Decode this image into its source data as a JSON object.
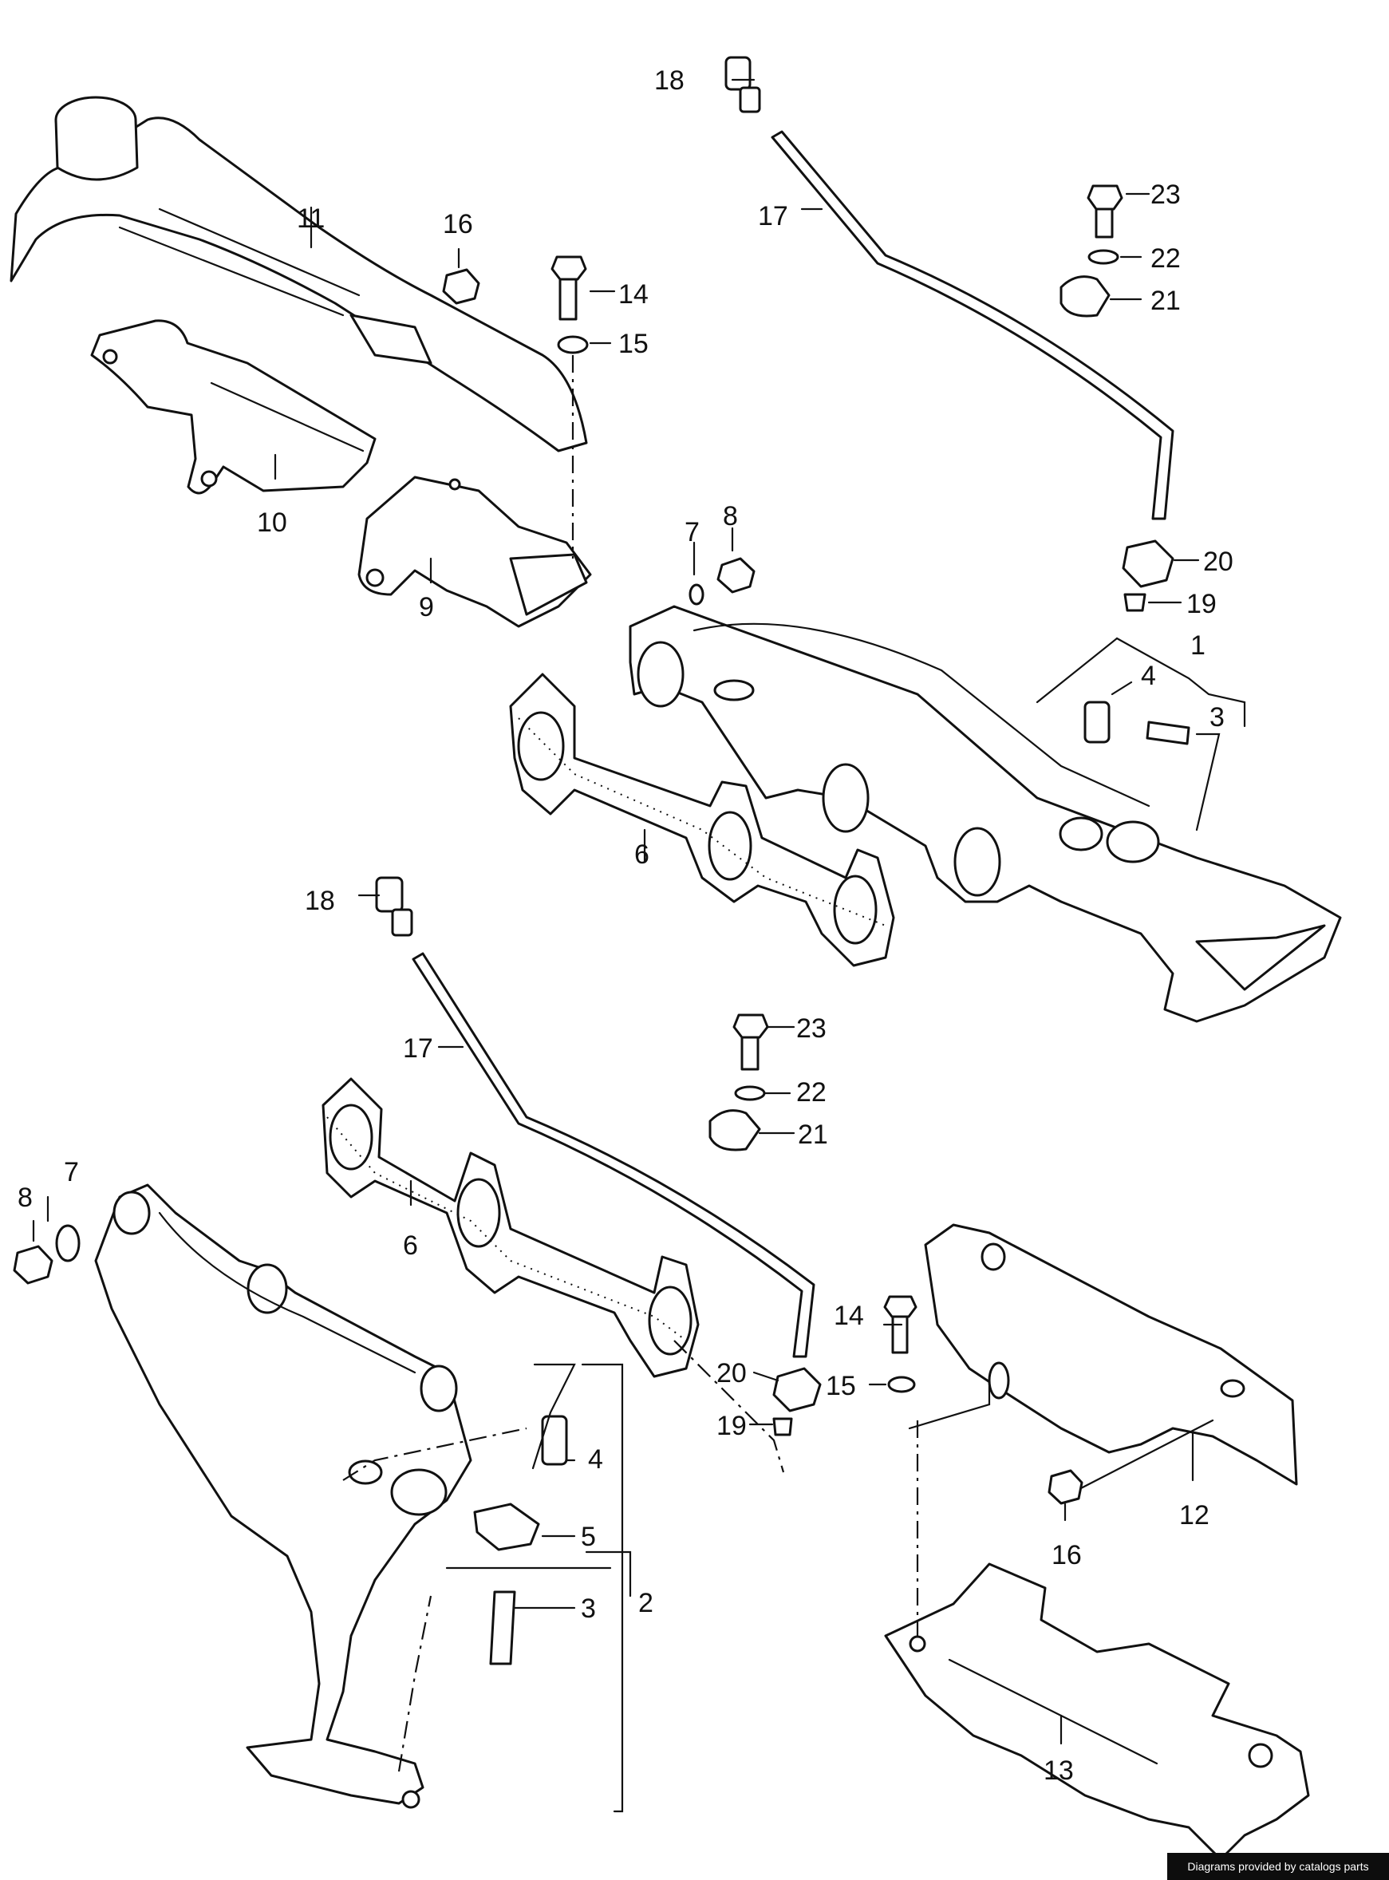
{
  "callouts": {
    "c1": "1",
    "c2": "2",
    "c3a": "3",
    "c3b": "3",
    "c4a": "4",
    "c4b": "4",
    "c5": "5",
    "c6a": "6",
    "c6b": "6",
    "c7a": "7",
    "c7b": "7",
    "c8a": "8",
    "c8b": "8",
    "c9": "9",
    "c10": "10",
    "c11": "11",
    "c12": "12",
    "c13": "13",
    "c14a": "14",
    "c14b": "14",
    "c15a": "15",
    "c15b": "15",
    "c16a": "16",
    "c16b": "16",
    "c17a": "17",
    "c17b": "17",
    "c18a": "18",
    "c18b": "18",
    "c19a": "19",
    "c19b": "19",
    "c20a": "20",
    "c20b": "20",
    "c21a": "21",
    "c21b": "21",
    "c22a": "22",
    "c22b": "22",
    "c23a": "23",
    "c23b": "23"
  },
  "footer": {
    "credit": "Diagrams provided by catalogs parts"
  }
}
